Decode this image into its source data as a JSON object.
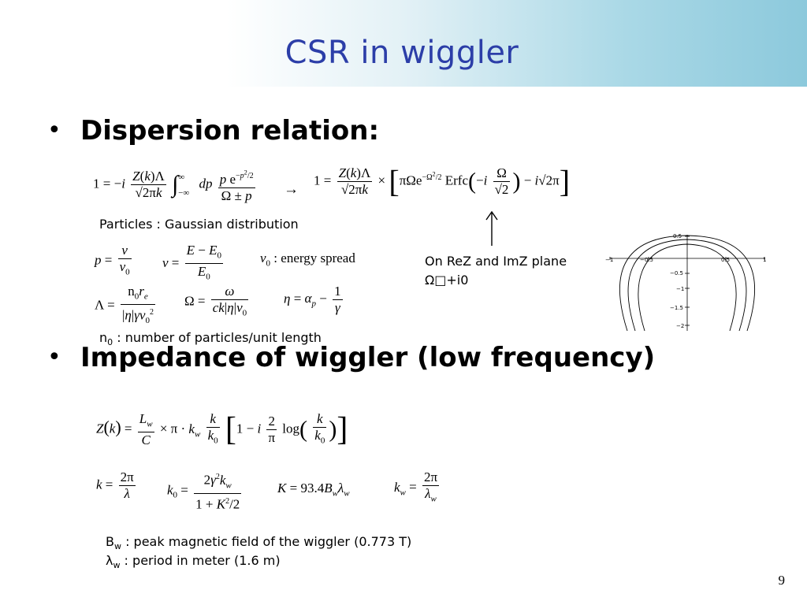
{
  "slide": {
    "title": "CSR in wiggler",
    "page_number": "9",
    "bullets": [
      {
        "text": "Dispersion relation:"
      },
      {
        "text": "Impedance of wiggler (low frequency)"
      }
    ],
    "bullet_symbol": "•"
  },
  "notes": {
    "particles": "Particles : Gaussian distribution",
    "n0_main": "n",
    "n0_sub": "0",
    "n0_rest": " : number of particles/unit length",
    "plane_line1": "On ReZ and ImZ plane",
    "plane_line2": "Ω□+i0",
    "bw_main": "B",
    "bw_sub": "w",
    "bw_rest": " : peak magnetic field of the wiggler (0.773 T)",
    "lw_main": "λ",
    "lw_sub": "w",
    "lw_rest": " : period in meter (1.6 m)"
  },
  "equations": {
    "energy_spread": ": energy spread",
    "arrow": "→",
    "K_value": "93.4"
  },
  "plot": {
    "x_ticks": [
      "−1",
      "−0.5",
      "0.5",
      "1"
    ],
    "y_ticks": [
      "0.5",
      "−0.5",
      "−1",
      "−1.5",
      "−2"
    ]
  },
  "colors": {
    "title": "#2c3ea8",
    "header_gradient_end": "#8cc9dc"
  }
}
